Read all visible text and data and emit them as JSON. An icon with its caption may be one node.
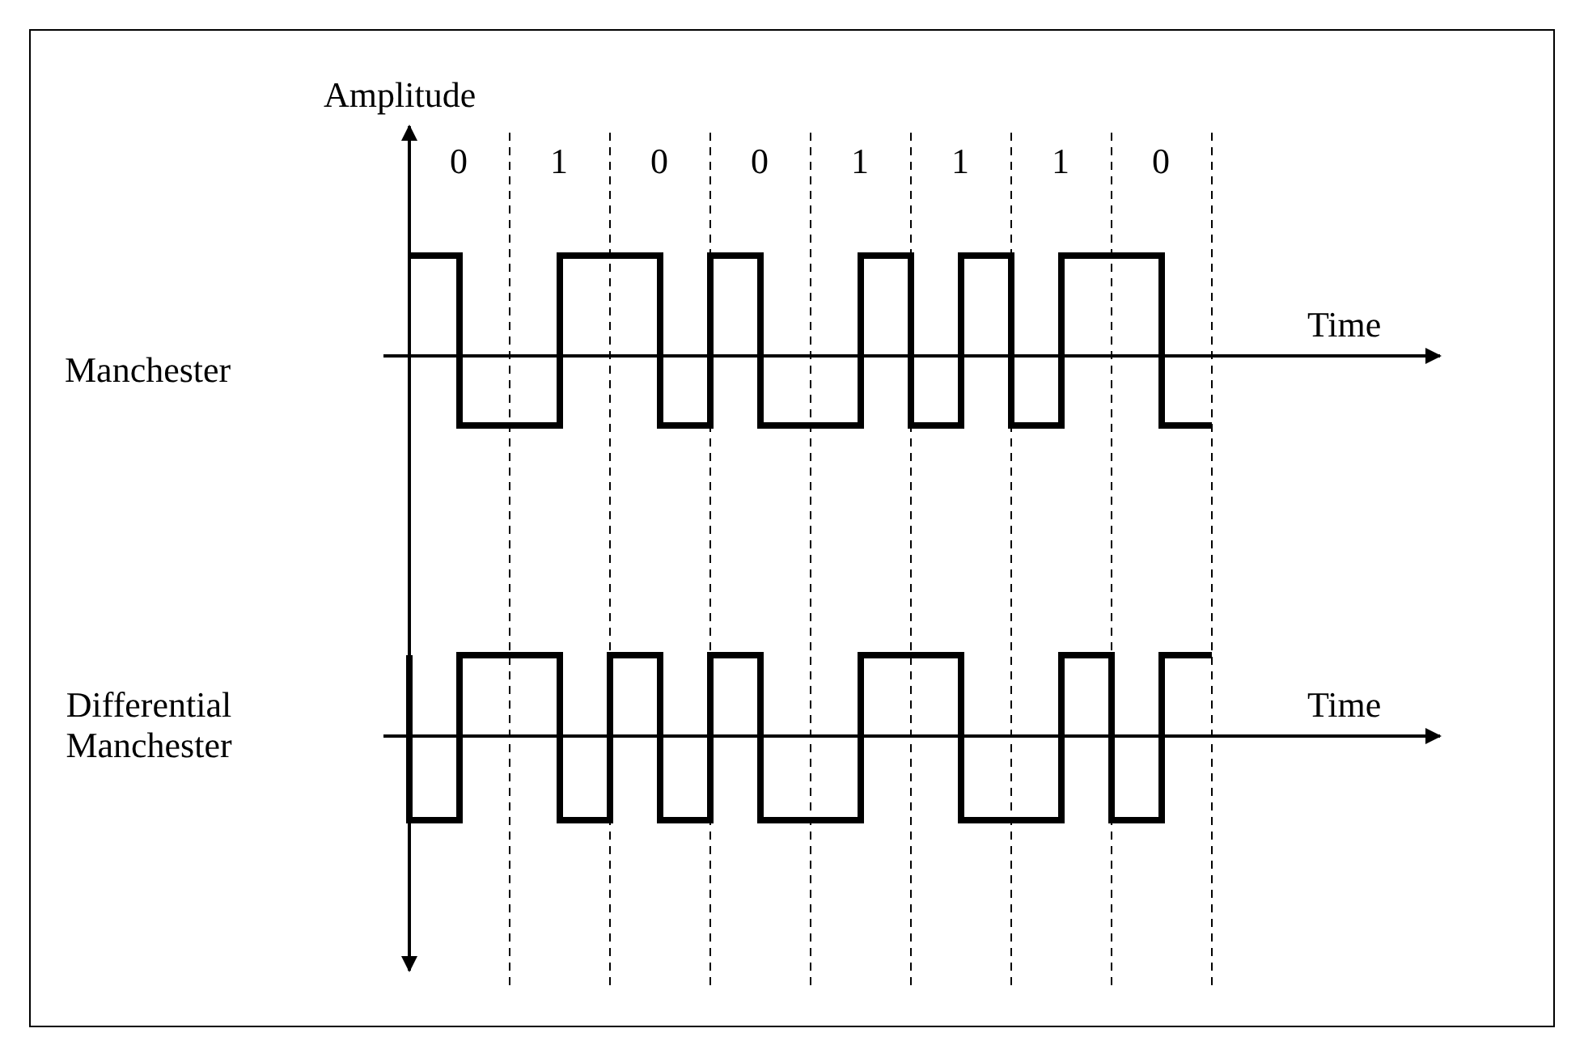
{
  "diagram": {
    "labels": [
      "Amplitude",
      "0",
      "1",
      "0",
      "0",
      "1",
      "1",
      "1",
      "0",
      "Manchester",
      "Time",
      "Differential Manchester",
      "Time"
    ]
  }
}
